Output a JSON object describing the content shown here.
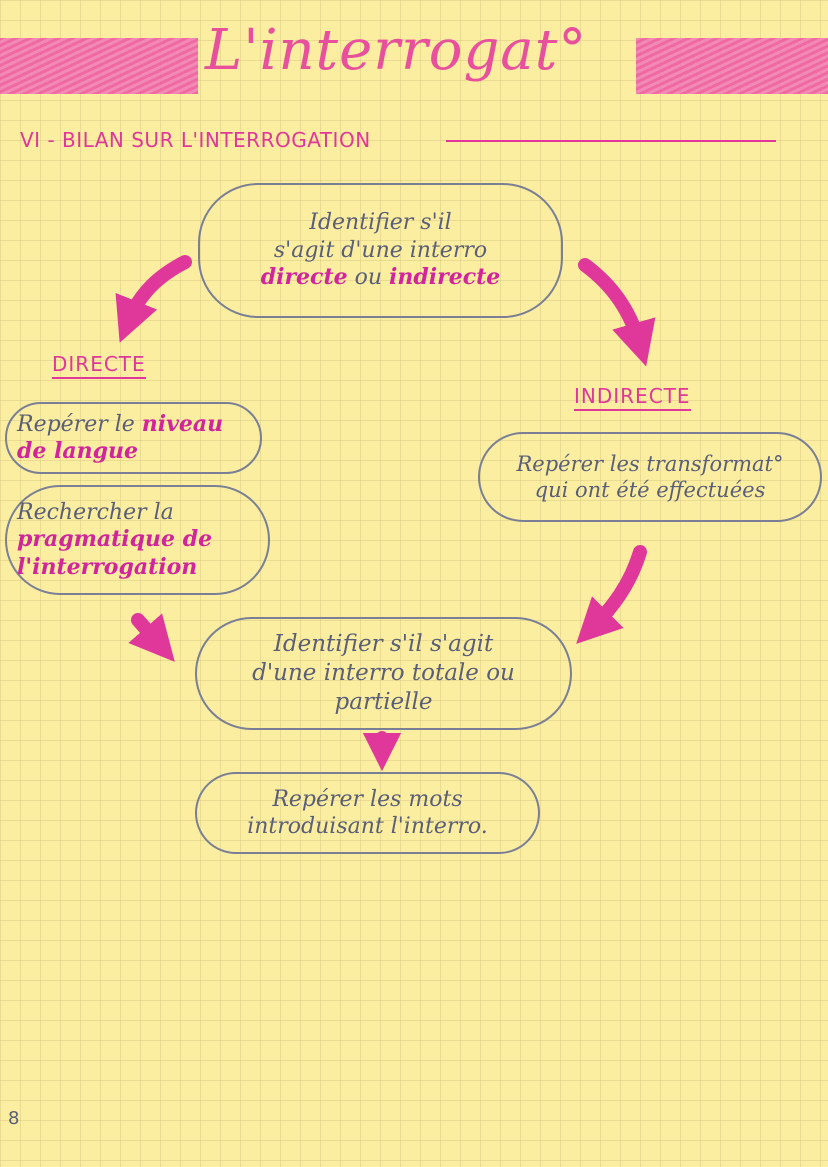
{
  "title": "L'interrogat°",
  "section_heading": "VI - BILAN SUR L'INTERROGATION",
  "labels": {
    "directe": "DIRECTE",
    "indirecte": "INDIRECTE"
  },
  "bubbles": {
    "identify": {
      "line1": "Identifier s'il",
      "line2": "s'agit d'une interro",
      "line3_a": "directe",
      "line3_b": " ou ",
      "line3_c": "indirecte"
    },
    "niveau": {
      "part1": "Repérer le ",
      "part2": "niveau",
      "part3": "de langue"
    },
    "pragma": {
      "line1": "Rechercher la",
      "line2_a": "pragmatique",
      "line2_b": " de",
      "line3": "l'interrogation"
    },
    "transform": {
      "line1": "Repérer les transformat°",
      "line2": "qui ont été effectuées"
    },
    "totale": {
      "line1": "Identifier s'il s'agit",
      "line2": "d'une interro totale ou",
      "line3": "partielle"
    },
    "mots": {
      "line1": "Repérer les mots",
      "line2": "introduisant l'interro."
    }
  },
  "page_mark": "8",
  "colors": {
    "accent_pink": "#e0389a",
    "ink": "#5a5e78",
    "paper": "#fbeea0"
  }
}
